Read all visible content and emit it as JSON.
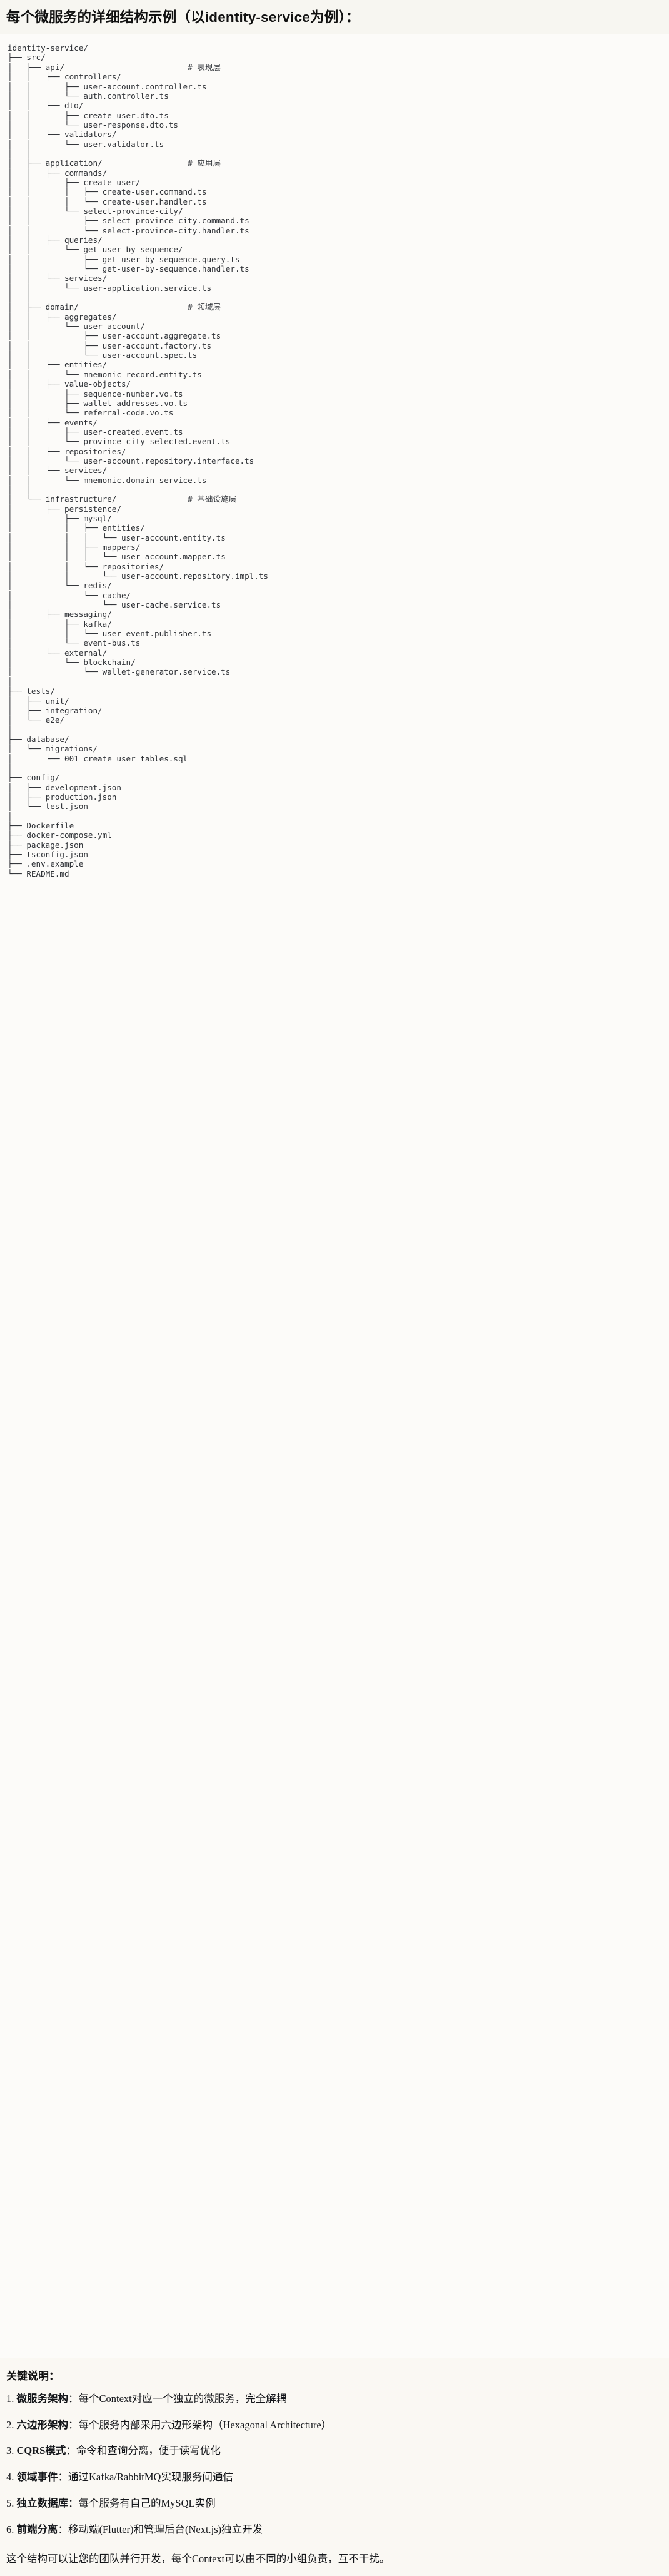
{
  "header": {
    "title": "每个微服务的详细结构示例（以identity-service为例）："
  },
  "tree": {
    "lines": [
      "identity-service/",
      "├── src/",
      "│   ├── api/                          # 表现层",
      "│   │   ├── controllers/",
      "│   │   │   ├── user-account.controller.ts",
      "│   │   │   └── auth.controller.ts",
      "│   │   ├── dto/",
      "│   │   │   ├── create-user.dto.ts",
      "│   │   │   └── user-response.dto.ts",
      "│   │   └── validators/",
      "│   │       └── user.validator.ts",
      "│   │",
      "│   ├── application/                  # 应用层",
      "│   │   ├── commands/",
      "│   │   │   ├── create-user/",
      "│   │   │   │   ├── create-user.command.ts",
      "│   │   │   │   └── create-user.handler.ts",
      "│   │   │   └── select-province-city/",
      "│   │   │       ├── select-province-city.command.ts",
      "│   │   │       └── select-province-city.handler.ts",
      "│   │   ├── queries/",
      "│   │   │   └── get-user-by-sequence/",
      "│   │   │       ├── get-user-by-sequence.query.ts",
      "│   │   │       └── get-user-by-sequence.handler.ts",
      "│   │   └── services/",
      "│   │       └── user-application.service.ts",
      "│   │",
      "│   ├── domain/                       # 领域层",
      "│   │   ├── aggregates/",
      "│   │   │   └── user-account/",
      "│   │   │       ├── user-account.aggregate.ts",
      "│   │   │       ├── user-account.factory.ts",
      "│   │   │       └── user-account.spec.ts",
      "│   │   ├── entities/",
      "│   │   │   └── mnemonic-record.entity.ts",
      "│   │   ├── value-objects/",
      "│   │   │   ├── sequence-number.vo.ts",
      "│   │   │   ├── wallet-addresses.vo.ts",
      "│   │   │   └── referral-code.vo.ts",
      "│   │   ├── events/",
      "│   │   │   ├── user-created.event.ts",
      "│   │   │   └── province-city-selected.event.ts",
      "│   │   ├── repositories/",
      "│   │   │   └── user-account.repository.interface.ts",
      "│   │   └── services/",
      "│   │       └── mnemonic.domain-service.ts",
      "│   │",
      "│   └── infrastructure/               # 基础设施层",
      "│       ├── persistence/",
      "│       │   ├── mysql/",
      "│       │   │   ├── entities/",
      "│       │   │   │   └── user-account.entity.ts",
      "│       │   │   ├── mappers/",
      "│       │   │   │   └── user-account.mapper.ts",
      "│       │   │   └── repositories/",
      "│       │   │       └── user-account.repository.impl.ts",
      "│       │   └── redis/",
      "│       │       └── cache/",
      "│       │           └── user-cache.service.ts",
      "│       ├── messaging/",
      "│       │   ├── kafka/",
      "│       │   │   └── user-event.publisher.ts",
      "│       │   └── event-bus.ts",
      "│       └── external/",
      "│           └── blockchain/",
      "│               └── wallet-generator.service.ts",
      "│",
      "├── tests/",
      "│   ├── unit/",
      "│   ├── integration/",
      "│   └── e2e/",
      "│",
      "├── database/",
      "│   └── migrations/",
      "│       └── 001_create_user_tables.sql",
      "│",
      "├── config/",
      "│   ├── development.json",
      "│   ├── production.json",
      "│   └── test.json",
      "│",
      "├── Dockerfile",
      "├── docker-compose.yml",
      "├── package.json",
      "├── tsconfig.json",
      "├── .env.example",
      "└── README.md"
    ]
  },
  "keys": {
    "heading": "关键说明：",
    "items": [
      {
        "num": "1.",
        "key": "微服务架构",
        "sep": "：",
        "value": "每个Context对应一个独立的微服务，完全解耦"
      },
      {
        "num": "2.",
        "key": "六边形架构",
        "sep": "：",
        "value": "每个服务内部采用六边形架构（Hexagonal Architecture）"
      },
      {
        "num": "3.",
        "key": "CQRS模式",
        "sep": "：",
        "value": "命令和查询分离，便于读写优化"
      },
      {
        "num": "4.",
        "key": "领域事件",
        "sep": "：",
        "value": "通过Kafka/RabbitMQ实现服务间通信"
      },
      {
        "num": "5.",
        "key": "独立数据库",
        "sep": "：",
        "value": "每个服务有自己的MySQL实例"
      },
      {
        "num": "6.",
        "key": "前端分离",
        "sep": "：",
        "value": "移动端(Flutter)和管理后台(Next.js)独立开发"
      }
    ],
    "closing": "这个结构可以让您的团队并行开发，每个Context可以由不同的小组负责，互不干扰。"
  },
  "colors": {
    "page_bg": "#faf9f6",
    "code_bg": "#fcfbf9",
    "title_bg": "#f7f6f1",
    "text": "#1a1a1a",
    "code_text": "#2f3237",
    "divider": "#e3e1da"
  }
}
